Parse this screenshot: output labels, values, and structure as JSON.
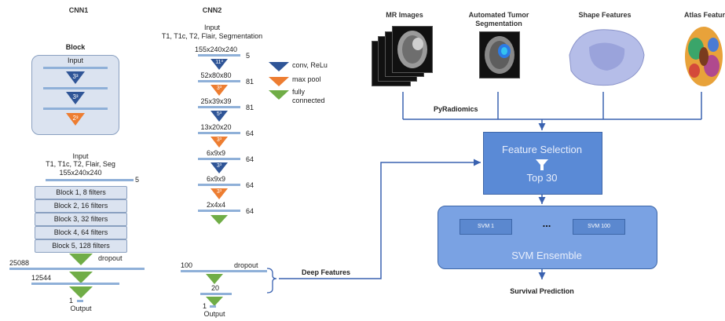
{
  "colors": {
    "conv": "#2f5597",
    "pool": "#ed7d31",
    "fc": "#70ad47",
    "bar": "#8fb0d8",
    "panel": "#4472c4",
    "panel_light": "#6f9be0"
  },
  "cnn1": {
    "title": "CNN1",
    "block_title": "Block",
    "block_input": "Input",
    "block_k1": "3³",
    "block_k2": "3³",
    "block_k3": "2³",
    "input_label": "Input",
    "input_channels": "T1, T1c, T2, Flair, Seg",
    "input_size": "155x240x240",
    "input_depth": "5",
    "blocks": [
      "Block 1, 8 filters",
      "Block 2, 16 filters",
      "Block 3, 32 filters",
      "Block 4, 64 filters",
      "Block 5, 128 filters"
    ],
    "dropout": "dropout",
    "fc1": "25088",
    "fc2": "12544",
    "out_num": "1",
    "output": "Output"
  },
  "cnn2": {
    "title": "CNN2",
    "input_label": "Input",
    "input_channels": "T1, T1c, T2, Flair, Segmentation",
    "layers": [
      {
        "size": "155x240x240",
        "depth": "5",
        "kernel": "11³",
        "type": "conv"
      },
      {
        "size": "52x80x80",
        "depth": "81",
        "kernel": "3³",
        "type": "pool"
      },
      {
        "size": "25x39x39",
        "depth": "81",
        "kernel": "5³",
        "type": "conv"
      },
      {
        "size": "13x20x20",
        "depth": "64",
        "kernel": "3³",
        "type": "pool"
      },
      {
        "size": "6x9x9",
        "depth": "64",
        "kernel": "3³",
        "type": "conv"
      },
      {
        "size": "6x9x9",
        "depth": "64",
        "kernel": "3³",
        "type": "pool"
      },
      {
        "size": "2x4x4",
        "depth": "64",
        "kernel": "",
        "type": "fc"
      }
    ],
    "fc_value": "100",
    "dropout": "dropout",
    "fc2": "20",
    "out_num": "1",
    "output": "Output"
  },
  "legend": {
    "conv": "conv, ReLu",
    "pool": "max pool",
    "fc_line1": "fully",
    "fc_line2": "connected"
  },
  "pipeline": {
    "mr_images": "MR Images",
    "seg_line1": "Automated Tumor",
    "seg_line2": "Segmentation",
    "shape": "Shape Features",
    "atlas": "Atlas Features",
    "pyradiomics": "PyRadiomics",
    "feature_selection": "Feature Selection",
    "top": "Top 30",
    "svm1": "SVM 1",
    "ellipsis": "...",
    "svm100": "SVM 100",
    "ensemble": "SVM Ensemble",
    "deep_features": "Deep Features",
    "survival": "Survival Prediction"
  }
}
